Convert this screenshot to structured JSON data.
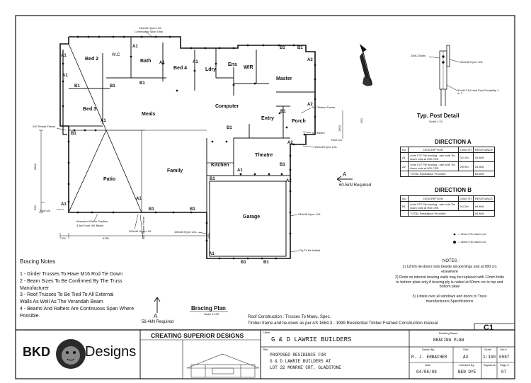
{
  "rooms": {
    "bed2": "Bed 2",
    "wc": "W.C",
    "bath": "Bath",
    "bed4": "Bed 4",
    "ldry": "Ldry",
    "ens": "Ens",
    "wir": "WIR",
    "master": "Master",
    "bed3": "Bed 3",
    "meals": "Meals",
    "computer": "Computer",
    "entry": "Entry",
    "porch": "Porch",
    "patio": "Patio",
    "family": "Family",
    "kitchen": "Kitchen",
    "theatre": "Theatre",
    "garage": "Garage"
  },
  "bracing_labels": {
    "a1": "A1",
    "a2": "A2",
    "b1": "B1"
  },
  "callouts": {
    "lintel_top": "240x45 Hyne LGL",
    "continuous_span": "Continuous Span Only",
    "timber_frame_left": "0/S Timber Frame",
    "roof_os_left": "Roof o/s",
    "girder_pos": "Assumed Girder Position",
    "beam_confirm": "3.6m From 0/S Beam",
    "lintel_patio": "300x45 Hyne LGL",
    "timber_frame_bottom": "0/S Timber Frame",
    "timber_frame_right": "0/S Timber Frame",
    "beam_right": "0/S Beam",
    "roof_os_right": "Roof o/s",
    "lintel_porch": "130x45 Hyne LGL",
    "lintel_garage": "240x45 Hyne LGL",
    "lintel_garage_left": "150x45 Hyne LGL",
    "ply_added": "Ply To Be Added",
    "required_right": "60.5kN Required",
    "required_bottom": "58.4kN Required",
    "arrow_a": "A"
  },
  "dims": {
    "d5840": "5840",
    "d650": "650",
    "d700": "700",
    "d6150": "6150",
    "d1600": "1600",
    "d500": "500"
  },
  "post_detail": {
    "bolts": "2/M12 Bolts",
    "beam": "240x45 Hyne LGL",
    "post": "90x90 F14 Hwd Post Durability 1 or 2",
    "title": "Typ. Post Detail",
    "scale": "Scale 1:10"
  },
  "direction_a": {
    "title": "DIRECTION A",
    "header": [
      "No.",
      "DESCRIPTION",
      "LENGTH",
      "RESISTANCE"
    ],
    "rows": [
      [
        "A1",
        "4mm F27 Ply bracing - see note Tie-down rods at 900 CRS",
        "3/1.2m",
        "16.8kN"
      ],
      [
        "A2",
        "4mm F27 Ply bracing - see note Tie-down rods at 900 CRS",
        "2/0.9m",
        "15.3kN"
      ]
    ],
    "total_label": "TOTAL Resistance Provided",
    "total_value": "60.6kN"
  },
  "direction_b": {
    "title": "DIRECTION B",
    "header": [
      "No.",
      "DESCRIPTION",
      "LENGTH",
      "RESISTANCE"
    ],
    "rows": [
      [
        "B1",
        "4mm F27 Ply bracing - see note Tie-down rods at 900 CRS",
        "9/1.2m",
        "64.8kN"
      ]
    ],
    "total_label": "TOTAL Resistance Provided",
    "total_value": "64.8kN"
  },
  "legend": {
    "rod12": "= 12mm Tie-down rod",
    "rod16": "= 16mm Tie-down rod"
  },
  "notes_right": {
    "title": "NOTES :",
    "n1": "1) 12mm tie-down rods beside all openings and at 900 crs elsewhere",
    "n2": "2) Rods on internal bracing walls may be replaced with 12mm bolts to bottom plate only if bracing ply is nailed at 50mm crs to top and bottom plate",
    "n3": "3) Lintels over all windows and doors to Truss manufacturers Specifications"
  },
  "bracing_notes": {
    "title": "Bracing Notes",
    "n1": "1 - Girder Trusses To Have M16 Rod Tie Down",
    "n2": "2 - Beam Sizes To Be Confirmed By The Truss Manufacturer",
    "n3": "3 - Roof Trusses To Be Tied To All External Walls As Well As The Verandah Beam",
    "n4": "4 - Beams And Rafters Are Continuous Span Where Possible."
  },
  "plan_title": {
    "title": "Bracing Plan",
    "scale": "Scale 1:100"
  },
  "construction": {
    "roof": "Roof Construction : Trusses To Manu. Spec.",
    "frame": "Timber frame and tie-down as per AS 1684.3 - 1999 Residential Timber Framed Construction manual"
  },
  "title_block": {
    "logo_text": "Designs",
    "logo_letters": "BKD",
    "company": "CREATING SUPERIOR DESIGNS",
    "client_label": "Client",
    "client": "G & D LAWRIE BUILDERS",
    "drawing_label": "Drawing Name",
    "drawing": "BRACING PLAN",
    "sheet_code": "C1",
    "title_label": "Title",
    "proj1": "PROPOSED RESIDENCE FOR",
    "proj2": "G & D LAWRIE BUILDERS AT",
    "proj3": "LOT 32 MONROE CRT, GLADSTONE",
    "drawn_label": "Drawn By",
    "drawn": "R. J. ERBACHER",
    "size_label": "Size",
    "size": "A3",
    "scale_label": "Scale",
    "scale": "1:100",
    "job_label": "Job #",
    "job": "0087",
    "date_label": "Date",
    "date": "04/06/08",
    "checked_label": "Checked By",
    "checked": "BEN DYE",
    "sig_label": "Signature",
    "page_label": "Page #",
    "page": "07"
  }
}
